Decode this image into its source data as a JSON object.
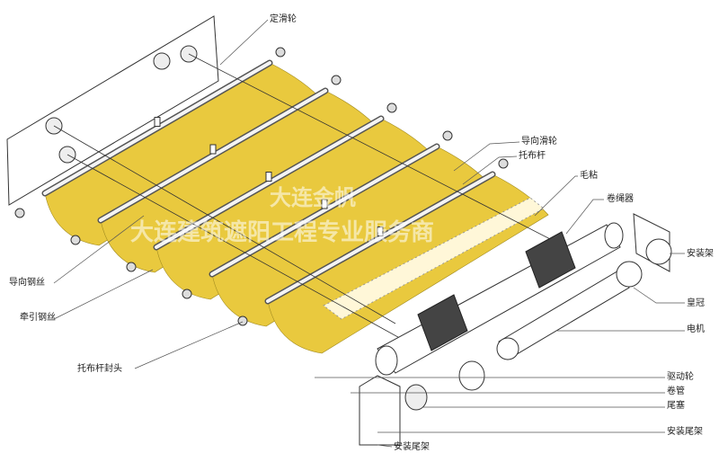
{
  "labels": {
    "fixed_pulley": "定滑轮",
    "guide_pulley": "导向滑轮",
    "cloth_rod": "托布杆",
    "felt": "毛粘",
    "rope_winder": "卷绳器",
    "mount_bracket": "安装架",
    "crown": "皇冠",
    "motor": "电机",
    "drive_wheel": "驱动轮",
    "roller_tube": "卷管",
    "end_plug": "尾塞",
    "end_bracket_right": "安装尾架",
    "end_bracket_bottom": "安装尾架",
    "guide_wire": "导向钢丝",
    "traction_wire": "牵引钢丝",
    "rod_end_cap": "托布杆封头"
  },
  "watermark": {
    "line1": "大连金帆",
    "line2": "大连建筑遮阳工程专业服务商"
  },
  "colors": {
    "fabric": "#e9c93e",
    "line": "#333333"
  }
}
